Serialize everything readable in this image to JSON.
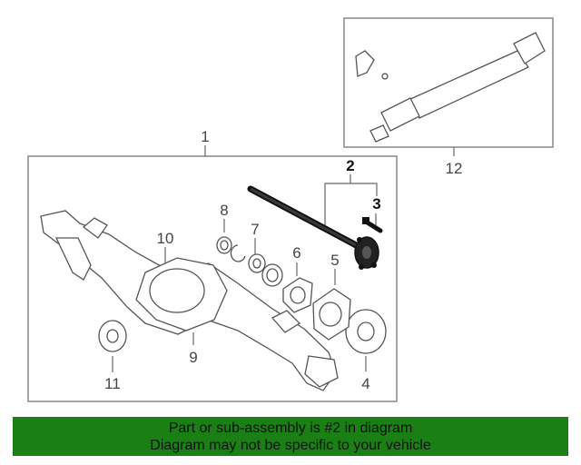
{
  "diagram": {
    "callouts": {
      "c1": "1",
      "c2": "2",
      "c3": "3",
      "c4": "4",
      "c5": "5",
      "c6": "6",
      "c7": "7",
      "c8": "8",
      "c9": "9",
      "c10": "10",
      "c11": "11",
      "c12": "12"
    },
    "highlighted_part": "2",
    "colors": {
      "highlight": "#111111",
      "linework": "#555555",
      "banner": "#1a7f14"
    }
  },
  "banner": {
    "line1": "Part or sub-assembly is #2 in diagram",
    "line2": "Diagram may not be specific to your vehicle"
  }
}
